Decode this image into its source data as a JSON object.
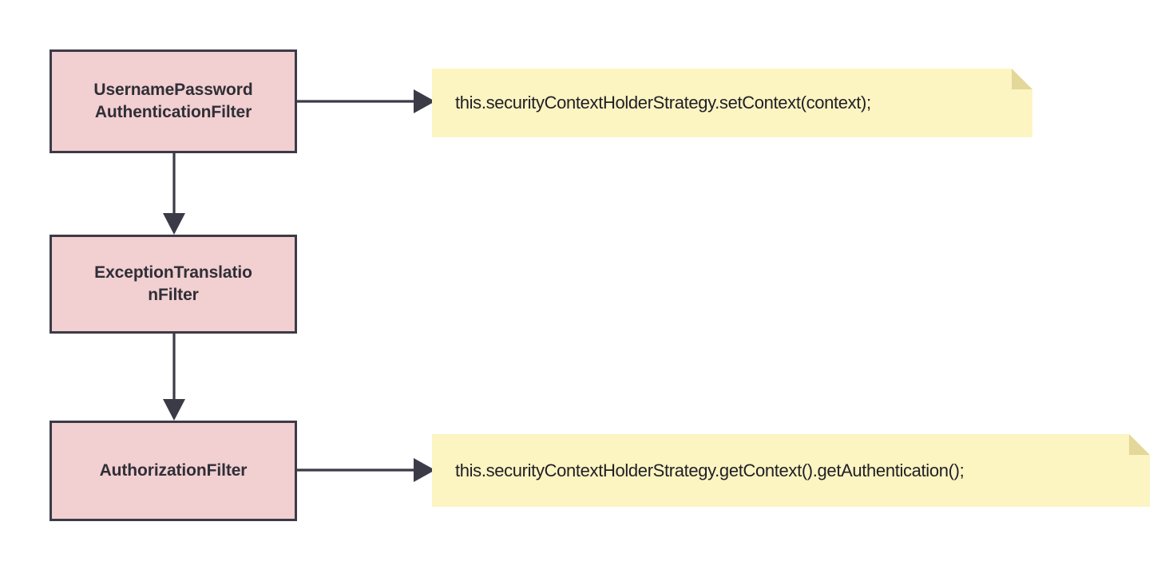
{
  "diagram": {
    "title": "Spring Security filter chain SecurityContextHolderStrategy usage",
    "type": "flowchart",
    "colors": {
      "box_fill": "#f2cfd0",
      "box_border": "#3b3b47",
      "note_fill": "#fcf4c1",
      "note_fold": "#e3d79a",
      "connector": "#3b3b47",
      "text": "#2f2f38",
      "background": "#ffffff"
    },
    "nodes": [
      {
        "id": "username-password-authentication-filter",
        "label": "UsernamePassword\nAuthenticationFilter",
        "shape": "rectangle"
      },
      {
        "id": "exception-translation-filter",
        "label": "ExceptionTranslatio\nnFilter",
        "shape": "rectangle"
      },
      {
        "id": "authorization-filter",
        "label": "AuthorizationFilter",
        "shape": "rectangle"
      }
    ],
    "notes": [
      {
        "id": "set-context",
        "text": "this.securityContextHolderStrategy.setContext(context);",
        "attached_to": "username-password-authentication-filter"
      },
      {
        "id": "get-authentication",
        "text": "this.securityContextHolderStrategy.getContext().getAuthentication();",
        "attached_to": "authorization-filter"
      }
    ],
    "edges": [
      {
        "id": "upaf-to-note1",
        "from": "username-password-authentication-filter",
        "to": "set-context",
        "direction": "right",
        "arrowhead": "filled-triangle"
      },
      {
        "id": "upaf-to-etf",
        "from": "username-password-authentication-filter",
        "to": "exception-translation-filter",
        "direction": "down",
        "arrowhead": "filled-triangle"
      },
      {
        "id": "etf-to-af",
        "from": "exception-translation-filter",
        "to": "authorization-filter",
        "direction": "down",
        "arrowhead": "filled-triangle"
      },
      {
        "id": "af-to-note2",
        "from": "authorization-filter",
        "to": "get-authentication",
        "direction": "right",
        "arrowhead": "filled-triangle"
      }
    ]
  }
}
